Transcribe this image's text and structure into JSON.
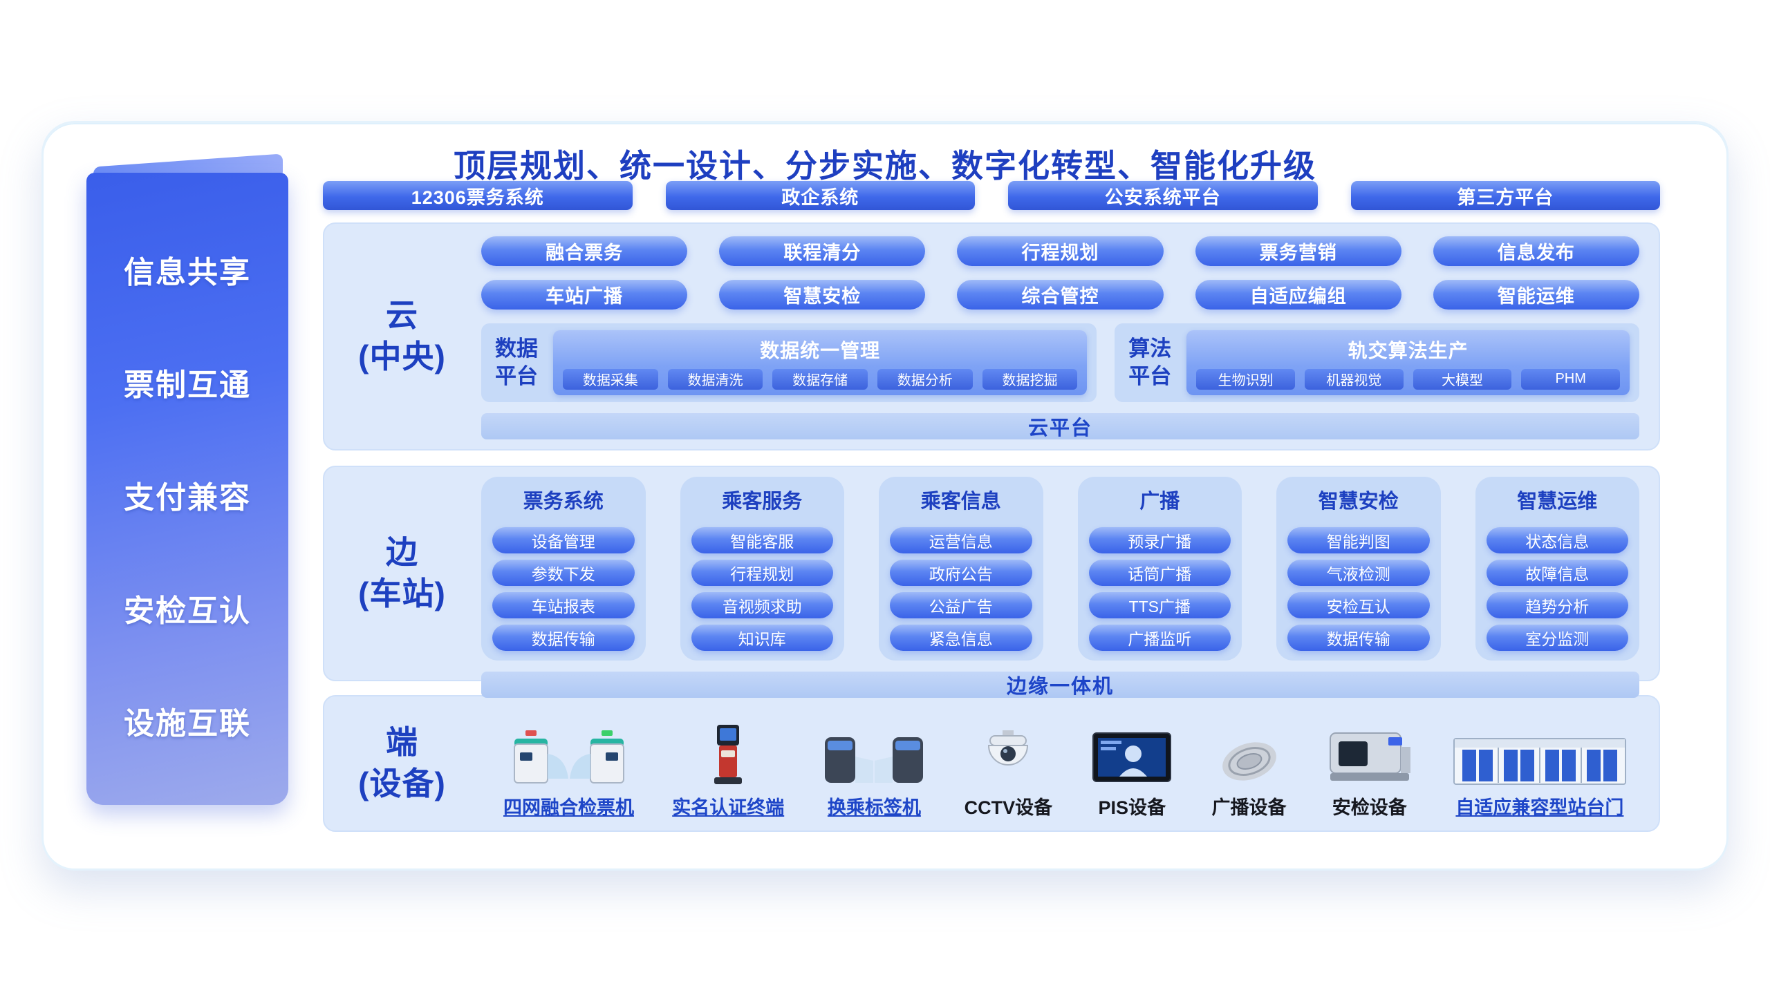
{
  "title": "顶层规划、统一设计、分步实施、数字化转型、智能化升级",
  "sidebar": {
    "items": [
      "信息共享",
      "票制互通",
      "支付兼容",
      "安检互认",
      "设施互联"
    ]
  },
  "external_systems": [
    "12306票务系统",
    "政企系统",
    "公安系统平台",
    "第三方平台"
  ],
  "cloud": {
    "label": "云",
    "label_sub": "(中央)",
    "services_row1": [
      "融合票务",
      "联程清分",
      "行程规划",
      "票务营销",
      "信息发布"
    ],
    "services_row2": [
      "车站广播",
      "智慧安检",
      "综合管控",
      "自适应编组",
      "智能运维"
    ],
    "data_platform": {
      "label_line1": "数据",
      "label_line2": "平台",
      "header": "数据统一管理",
      "chips": [
        "数据采集",
        "数据清洗",
        "数据存储",
        "数据分析",
        "数据挖掘"
      ]
    },
    "algo_platform": {
      "label_line1": "算法",
      "label_line2": "平台",
      "header": "轨交算法生产",
      "chips": [
        "生物识别",
        "机器视觉",
        "大模型",
        "PHM"
      ]
    },
    "footer": "云平台"
  },
  "edge": {
    "label": "边",
    "label_sub": "(车站)",
    "groups": [
      {
        "title": "票务系统",
        "items": [
          "设备管理",
          "参数下发",
          "车站报表",
          "数据传输"
        ]
      },
      {
        "title": "乘客服务",
        "items": [
          "智能客服",
          "行程规划",
          "音视频求助",
          "知识库"
        ]
      },
      {
        "title": "乘客信息",
        "items": [
          "运营信息",
          "政府公告",
          "公益广告",
          "紧急信息"
        ]
      },
      {
        "title": "广播",
        "items": [
          "预录广播",
          "话筒广播",
          "TTS广播",
          "广播监听"
        ]
      },
      {
        "title": "智慧安检",
        "items": [
          "智能判图",
          "气液检测",
          "安检互认",
          "数据传输"
        ]
      },
      {
        "title": "智慧运维",
        "items": [
          "状态信息",
          "故障信息",
          "趋势分析",
          "室分监测"
        ]
      }
    ],
    "footer": "边缘一体机"
  },
  "devices": {
    "label": "端",
    "label_sub": "(设备)",
    "items": [
      {
        "name": "四网融合检票机",
        "icon": "fare-gate-icon"
      },
      {
        "name": "实名认证终端",
        "icon": "identity-kiosk-icon"
      },
      {
        "name": "换乘标签机",
        "icon": "transfer-gate-icon"
      },
      {
        "name": "CCTV设备",
        "icon": "cctv-camera-icon"
      },
      {
        "name": "PIS设备",
        "icon": "pis-display-icon"
      },
      {
        "name": "广播设备",
        "icon": "speaker-icon"
      },
      {
        "name": "安检设备",
        "icon": "xray-scanner-icon"
      },
      {
        "name": "自适应兼容型站台门",
        "icon": "platform-screen-door-icon"
      }
    ]
  },
  "colors": {
    "accent_blue": "#3c64e8",
    "dark_text_blue": "#1d40c0",
    "section_bg": "#dde9fb",
    "sidebar_gradient_top": "#3a5eea",
    "sidebar_gradient_bottom": "#9daaec"
  }
}
